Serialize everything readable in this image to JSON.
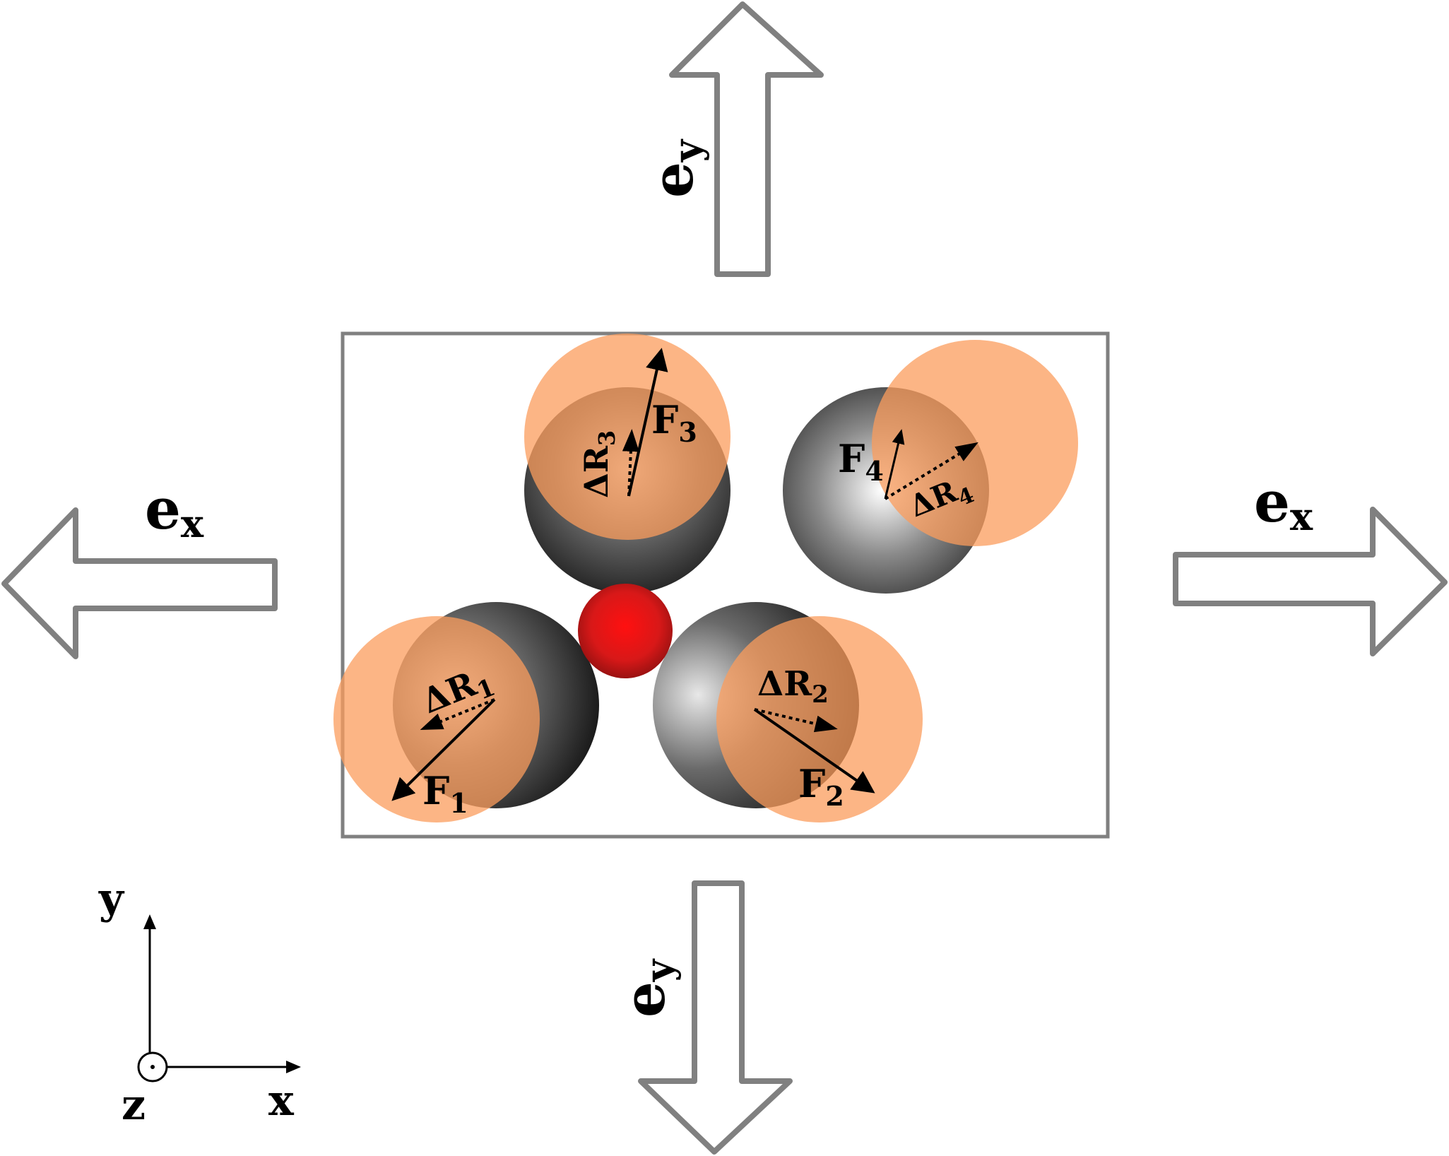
{
  "strain_arrows": {
    "top": {
      "symbol": "e",
      "subscript": "y"
    },
    "bottom": {
      "symbol": "e",
      "subscript": "y"
    },
    "left": {
      "symbol": "e",
      "subscript": "x"
    },
    "right": {
      "symbol": "e",
      "subscript": "x"
    }
  },
  "atoms": [
    {
      "id": 1,
      "force_label": "F",
      "force_sub": "1",
      "disp_label": "ΔR",
      "disp_sub": "1"
    },
    {
      "id": 2,
      "force_label": "F",
      "force_sub": "2",
      "disp_label": "ΔR",
      "disp_sub": "2"
    },
    {
      "id": 3,
      "force_label": "F",
      "force_sub": "3",
      "disp_label": "ΔR",
      "disp_sub": "3"
    },
    {
      "id": 4,
      "force_label": "F",
      "force_sub": "4",
      "disp_label": "ΔR",
      "disp_sub": "4"
    }
  ],
  "axes": {
    "x": "x",
    "y": "y",
    "z": "z"
  },
  "colors": {
    "frame": "#808080",
    "displaced_atom": "#fb9c5c",
    "center_atom": "#e01010",
    "arrow": "#000000"
  }
}
